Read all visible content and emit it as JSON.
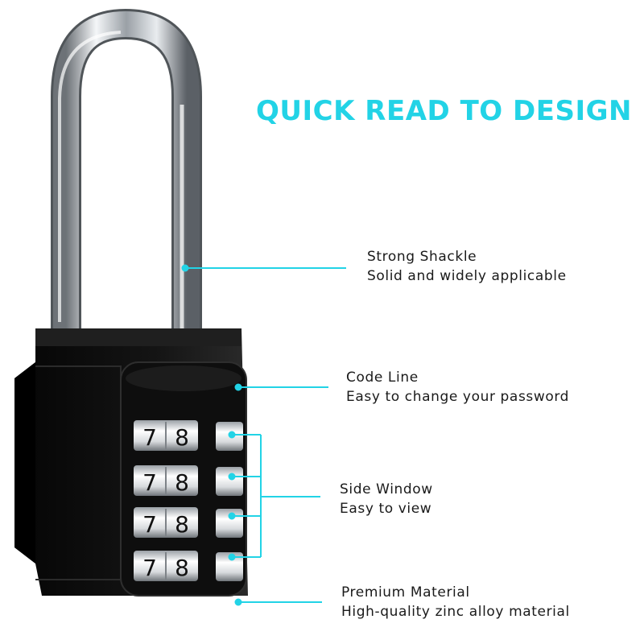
{
  "headline": "QUICK READ TO DESIGN",
  "colors": {
    "accent": "#22d3e6",
    "lock_body": "#0b0b0b",
    "shackle": "#c9ccd0",
    "text": "#1a1a1a"
  },
  "dials": {
    "rows": [
      {
        "left": "7",
        "right": "8"
      },
      {
        "left": "7",
        "right": "8"
      },
      {
        "left": "7",
        "right": "8"
      },
      {
        "left": "7",
        "right": "8"
      }
    ]
  },
  "callouts": {
    "shackle": {
      "title": "Strong Shackle",
      "desc": "Solid and widely applicable"
    },
    "code_line": {
      "title": "Code Line",
      "desc": "Easy to change your password"
    },
    "side_window": {
      "title": "Side Window",
      "desc": "Easy to view"
    },
    "material": {
      "title": "Premium Material",
      "desc": "High-quality zinc alloy material"
    }
  }
}
